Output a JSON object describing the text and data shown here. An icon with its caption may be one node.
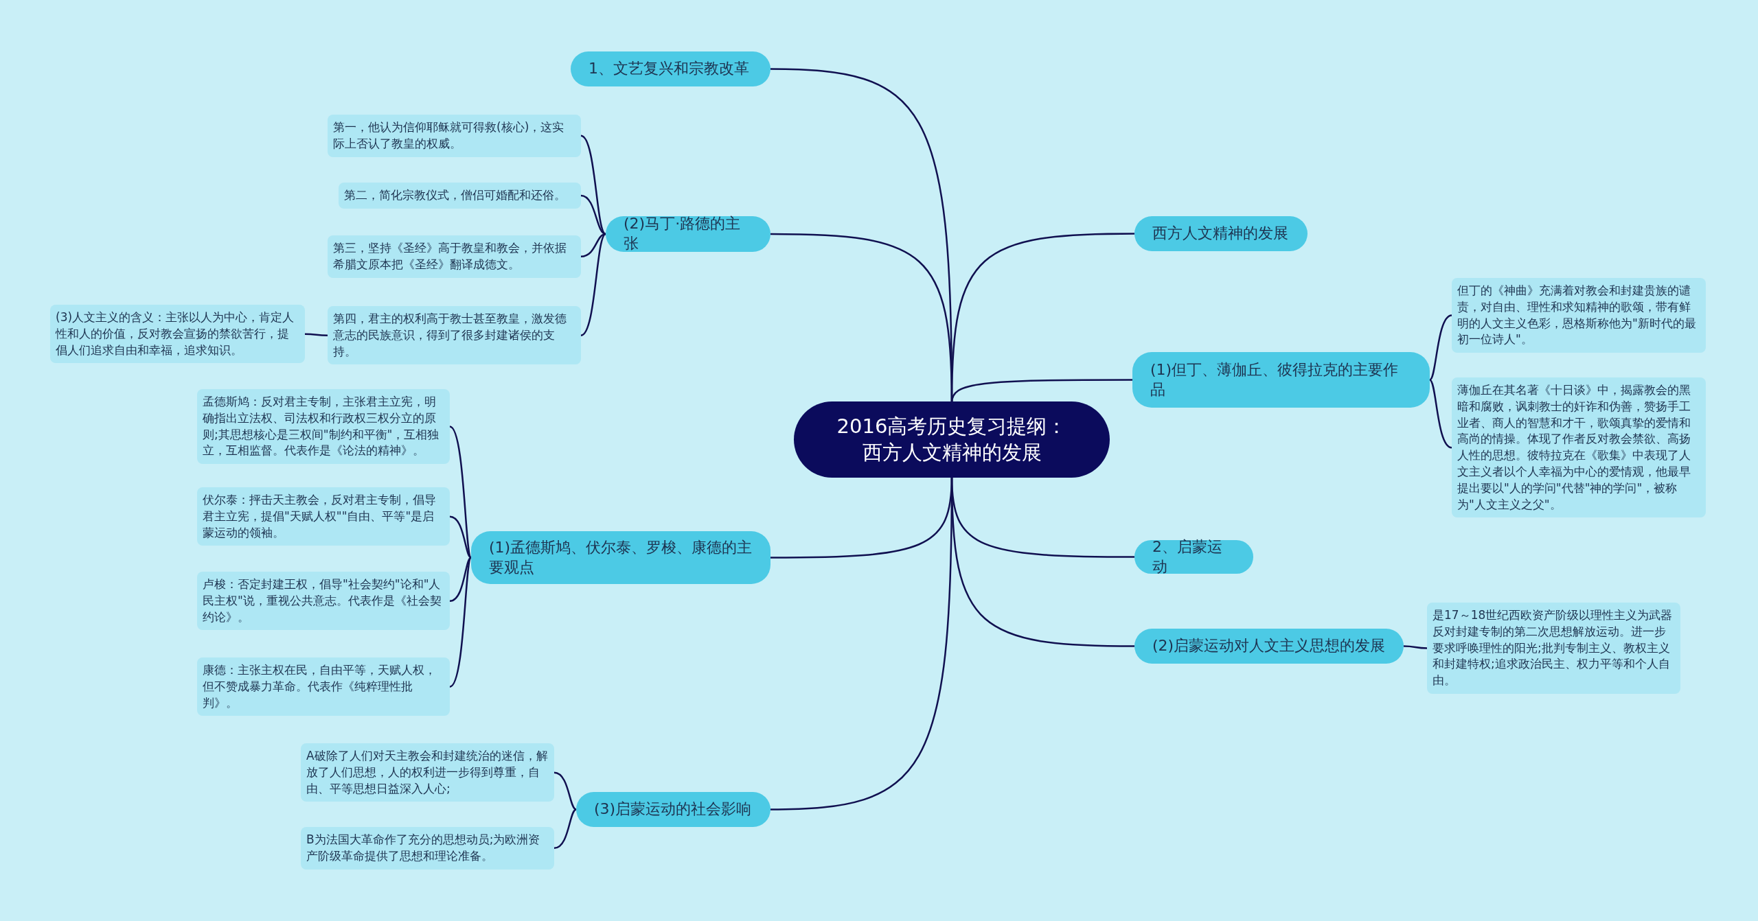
{
  "diagram": {
    "nodes": [
      {
        "text": [
          "2016高考历史复习提纲：西方人文精神的发展"
        ]
      },
      {
        "text": [
          "1、文艺复兴和宗教改革"
        ]
      },
      {
        "text": [
          "(2)马丁·路德的主张"
        ]
      },
      {
        "text": [
          "第一，他认为信仰耶稣就可得救(核心)，这实际上否认了教皇的权威。"
        ]
      },
      {
        "text": [
          "第二，简化宗教仪式，僧侣可婚配和还俗。"
        ]
      },
      {
        "text": [
          "第三，坚持《圣经》高于教皇和教会，并依据希腊文原本把《圣经》翻译成德文。"
        ]
      },
      {
        "text": [
          "第四，君主的权利高于教士甚至教皇，激发德意志的民族意识，得到了很多封建诸侯的支持。"
        ]
      },
      {
        "text": [
          "(3)人文主义的含义：主张以人为中心，肯定人性和人的价值，反对教会宣扬的禁欲苦行，提倡人们追求自由和幸福，追求知识。"
        ]
      },
      {
        "text": [
          "(1)孟德斯鸠、伏尔泰、罗梭、康德的主要观点"
        ]
      },
      {
        "text": [
          "孟德斯鸠：反对君主专制，主张君主立宪，明确指出立法权、司法权和行政权三权分立的原则;其思想核心是三权间\"制约和平衡\"，互相独立，互相监督。代表作是《论法的精神》。"
        ]
      },
      {
        "text": [
          "伏尔泰：抨击天主教会，反对君主专制，倡导君主立宪，提倡\"天赋人权\"\"自由、平等\"是启蒙运动的领袖。"
        ]
      },
      {
        "text": [
          "卢梭：否定封建王权，倡导\"社会契约\"论和\"人民主权\"说，重视公共意志。代表作是《社会契约论》。"
        ]
      },
      {
        "text": [
          "康德：主张主权在民，自由平等，天赋人权，但不赞成暴力革命。代表作《纯粹理性批判》。"
        ]
      },
      {
        "text": [
          "(3)启蒙运动的社会影响"
        ]
      },
      {
        "text": [
          "A破除了人们对天主教会和封建统治的迷信，解放了人们思想，人的权利进一步得到尊重，自由、平等思想日益深入人心;"
        ]
      },
      {
        "text": [
          "B为法国大革命作了充分的思想动员;为欧洲资产阶级革命提供了思想和理论准备。"
        ]
      },
      {
        "text": [
          "西方人文精神的发展"
        ]
      },
      {
        "text": [
          "(1)但丁、薄伽丘、彼得拉克的主要作品"
        ]
      },
      {
        "text": [
          "但丁的《神曲》充满着对教会和封建贵族的谴责，对自由、理性和求知精神的歌颂，带有鲜明的人文主义色彩，恩格斯称他为\"新时代的最初一位诗人\"。"
        ]
      },
      {
        "text": [
          "薄伽丘在其名著《十日谈》中，揭露教会的黑暗和腐败，讽刺教士的奸诈和伪善，赞扬手工业者、商人的智慧和才干，歌颂真挚的爱情和高尚的情操。体现了作者反对教会禁欲、高扬人性的思想。彼特拉克在《歌集》中表现了人文主义者以个人幸福为中心的爱情观，他最早提出要以\"人的学问\"代替\"神的学问\"，被称为\"人文主义之父\"。"
        ]
      },
      {
        "text": [
          "2、启蒙运动"
        ]
      },
      {
        "text": [
          "(2)启蒙运动对人文主义思想的发展"
        ]
      },
      {
        "text": [
          "是17～18世纪西欧资产阶级以理性主义为武器反对封建专制的第二次思想解放运动。进一步要求呼唤理性的阳光;批判专制主义、教权主义和封建特权;追求政治民主、权力平等和个人自由。"
        ]
      }
    ],
    "edges": [
      {
        "from": 0,
        "to": 1,
        "arrow": "none"
      },
      {
        "from": 0,
        "to": 2,
        "arrow": "none"
      },
      {
        "from": 2,
        "to": 3,
        "arrow": "none"
      },
      {
        "from": 2,
        "to": 4,
        "arrow": "none"
      },
      {
        "from": 2,
        "to": 5,
        "arrow": "none"
      },
      {
        "from": 2,
        "to": 6,
        "arrow": "none"
      },
      {
        "from": 6,
        "to": 7,
        "arrow": "none"
      },
      {
        "from": 0,
        "to": 8,
        "arrow": "none"
      },
      {
        "from": 8,
        "to": 9,
        "arrow": "none"
      },
      {
        "from": 8,
        "to": 10,
        "arrow": "none"
      },
      {
        "from": 8,
        "to": 11,
        "arrow": "none"
      },
      {
        "from": 8,
        "to": 12,
        "arrow": "none"
      },
      {
        "from": 0,
        "to": 13,
        "arrow": "none"
      },
      {
        "from": 13,
        "to": 14,
        "arrow": "none"
      },
      {
        "from": 13,
        "to": 15,
        "arrow": "none"
      },
      {
        "from": 0,
        "to": 16,
        "arrow": "none"
      },
      {
        "from": 0,
        "to": 17,
        "arrow": "none"
      },
      {
        "from": 17,
        "to": 18,
        "arrow": "none"
      },
      {
        "from": 17,
        "to": 19,
        "arrow": "none"
      },
      {
        "from": 0,
        "to": 20,
        "arrow": "none"
      },
      {
        "from": 0,
        "to": 21,
        "arrow": "none"
      },
      {
        "from": 21,
        "to": 22,
        "arrow": "none"
      }
    ]
  }
}
